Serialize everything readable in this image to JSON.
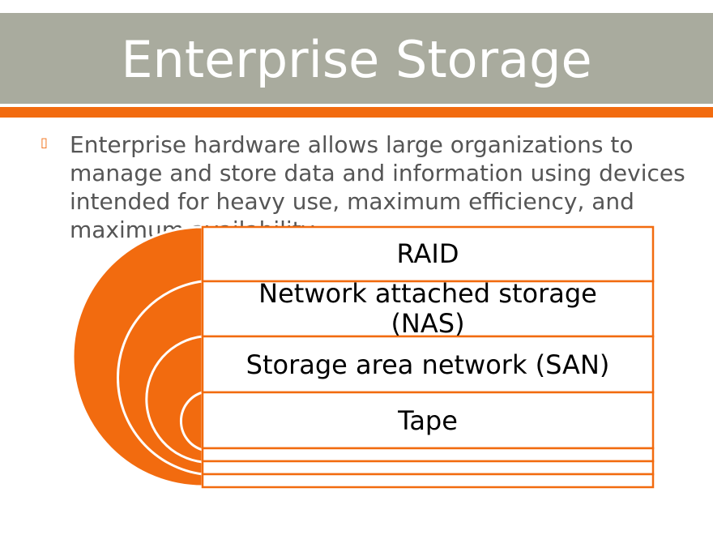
{
  "slide": {
    "title": "Enterprise Storage",
    "bullet_text": "Enterprise hardware allows large organizations to manage and store data and information using devices intended for heavy use, maximum efficiency, and maximum availability"
  },
  "diagram": {
    "items": [
      {
        "label": "RAID"
      },
      {
        "label": "Network attached storage",
        "label2": "(NAS)"
      },
      {
        "label": "Storage area network (SAN)"
      },
      {
        "label": "Tape"
      }
    ]
  },
  "colors": {
    "accent": "#f26b0f",
    "title_band": "#a9ab9e"
  }
}
